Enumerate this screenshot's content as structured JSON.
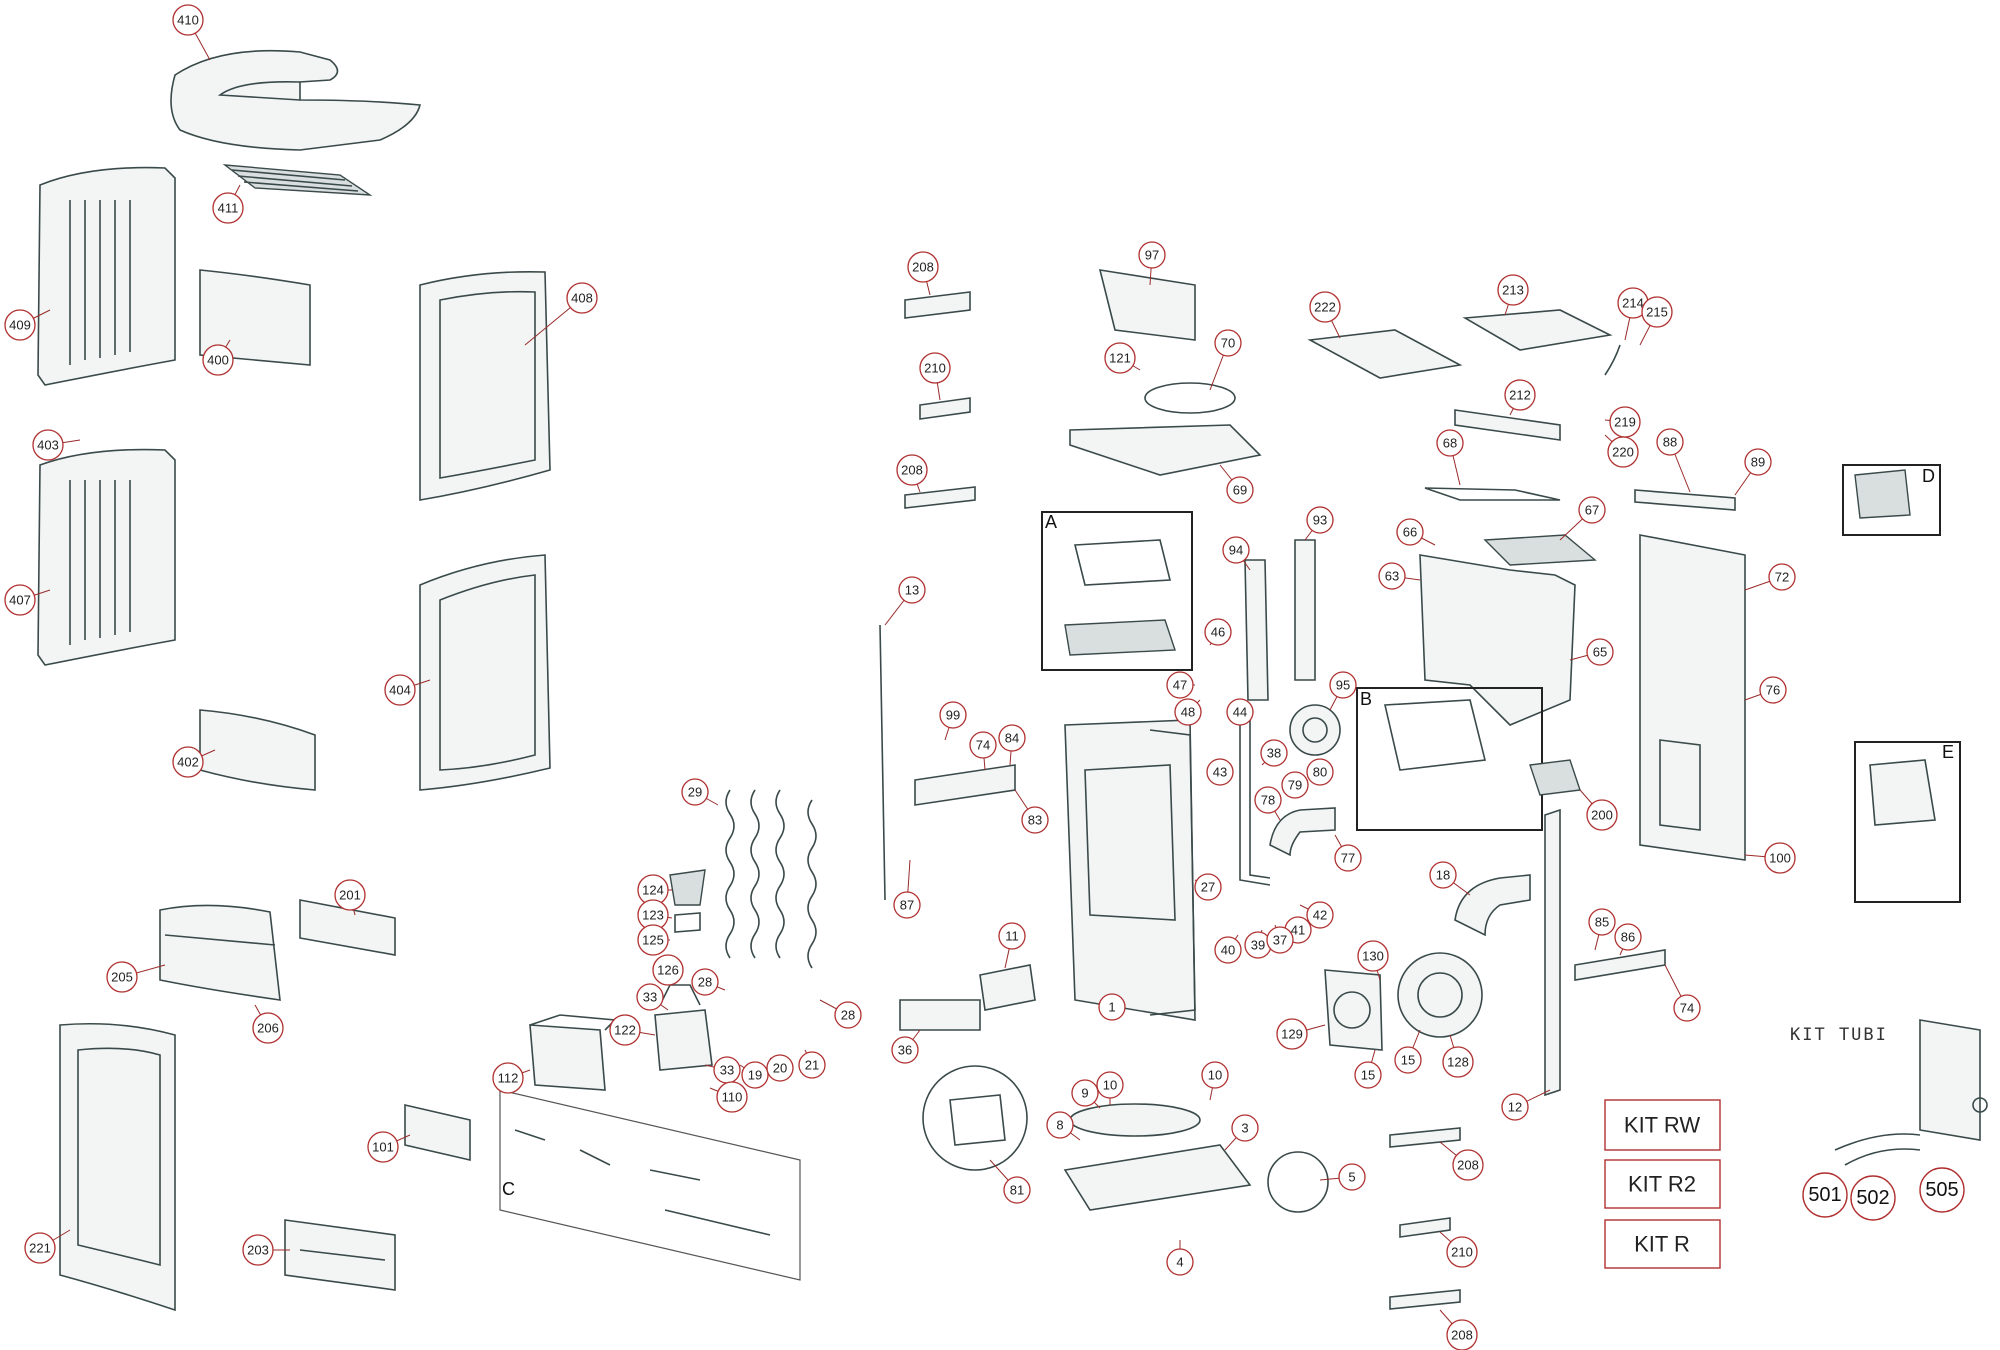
{
  "callouts": [
    {
      "n": "410"
    },
    {
      "n": "411"
    },
    {
      "n": "409"
    },
    {
      "n": "400"
    },
    {
      "n": "408"
    },
    {
      "n": "403"
    },
    {
      "n": "407"
    },
    {
      "n": "404"
    },
    {
      "n": "402"
    },
    {
      "n": "201"
    },
    {
      "n": "205"
    },
    {
      "n": "206"
    },
    {
      "n": "221"
    },
    {
      "n": "101"
    },
    {
      "n": "203"
    },
    {
      "n": "29"
    },
    {
      "n": "124"
    },
    {
      "n": "123"
    },
    {
      "n": "125"
    },
    {
      "n": "126"
    },
    {
      "n": "28"
    },
    {
      "n": "33"
    },
    {
      "n": "122"
    },
    {
      "n": "33"
    },
    {
      "n": "19"
    },
    {
      "n": "20"
    },
    {
      "n": "21"
    },
    {
      "n": "28"
    },
    {
      "n": "110"
    },
    {
      "n": "112"
    },
    {
      "n": "208"
    },
    {
      "n": "210"
    },
    {
      "n": "208"
    },
    {
      "n": "13"
    },
    {
      "n": "99"
    },
    {
      "n": "74"
    },
    {
      "n": "84"
    },
    {
      "n": "83"
    },
    {
      "n": "87"
    },
    {
      "n": "11"
    },
    {
      "n": "36"
    },
    {
      "n": "81"
    },
    {
      "n": "97"
    },
    {
      "n": "121"
    },
    {
      "n": "70"
    },
    {
      "n": "69"
    },
    {
      "n": "94"
    },
    {
      "n": "93"
    },
    {
      "n": "46"
    },
    {
      "n": "47"
    },
    {
      "n": "48"
    },
    {
      "n": "44"
    },
    {
      "n": "43"
    },
    {
      "n": "38"
    },
    {
      "n": "95"
    },
    {
      "n": "79"
    },
    {
      "n": "80"
    },
    {
      "n": "78"
    },
    {
      "n": "77"
    },
    {
      "n": "27"
    },
    {
      "n": "42"
    },
    {
      "n": "41"
    },
    {
      "n": "40"
    },
    {
      "n": "39"
    },
    {
      "n": "37"
    },
    {
      "n": "1"
    },
    {
      "n": "10"
    },
    {
      "n": "10"
    },
    {
      "n": "9"
    },
    {
      "n": "8"
    },
    {
      "n": "3"
    },
    {
      "n": "5"
    },
    {
      "n": "4"
    },
    {
      "n": "222"
    },
    {
      "n": "213"
    },
    {
      "n": "214"
    },
    {
      "n": "215"
    },
    {
      "n": "212"
    },
    {
      "n": "219"
    },
    {
      "n": "220"
    },
    {
      "n": "68"
    },
    {
      "n": "66"
    },
    {
      "n": "67"
    },
    {
      "n": "63"
    },
    {
      "n": "65"
    },
    {
      "n": "200"
    },
    {
      "n": "88"
    },
    {
      "n": "89"
    },
    {
      "n": "72"
    },
    {
      "n": "76"
    },
    {
      "n": "100"
    },
    {
      "n": "18"
    },
    {
      "n": "130"
    },
    {
      "n": "129"
    },
    {
      "n": "15"
    },
    {
      "n": "15"
    },
    {
      "n": "128"
    },
    {
      "n": "12"
    },
    {
      "n": "85"
    },
    {
      "n": "86"
    },
    {
      "n": "74"
    },
    {
      "n": "208"
    },
    {
      "n": "210"
    },
    {
      "n": "208"
    }
  ],
  "group_labels": [
    "A",
    "B",
    "C",
    "D",
    "E"
  ],
  "kits": [
    "KIT RW",
    "KIT R2",
    "KIT R"
  ],
  "kit_tubi": {
    "title": "KIT TUBI",
    "parts": [
      "501",
      "502",
      "505"
    ]
  },
  "colors": {
    "callout_ring": "#b03030",
    "line_art": "#3a4a4a",
    "background": "#ffffff"
  }
}
